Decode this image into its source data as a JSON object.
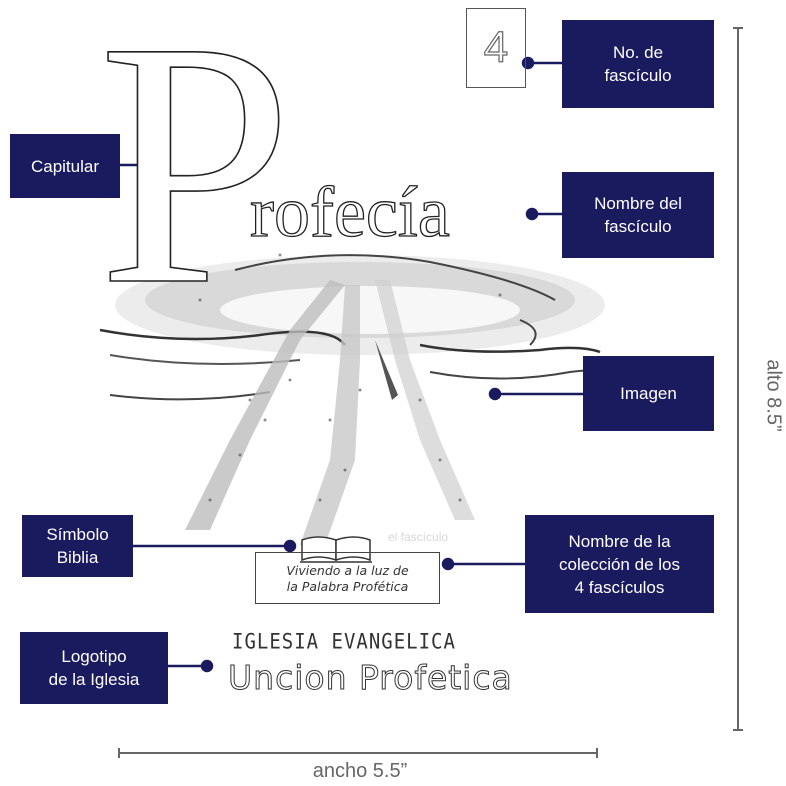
{
  "cover": {
    "title_initial": "P",
    "title_rest": "rofecía",
    "issue_number": "4",
    "collection_line1": "Viviendo a la luz de",
    "collection_line2": "la Palabra Profética",
    "faint_text": "el fascículo",
    "logo_top": "IGLESIA EVANGELICA",
    "logo_bottom": "Uncion Profetica"
  },
  "callouts": {
    "issue_number": "No. de\nfascículo",
    "drop_cap": "Capitular",
    "issue_name": "Nombre del\nfascículo",
    "image": "Imagen",
    "bible_symbol": "Símbolo\nBiblia",
    "collection_name": "Nombre de la\ncolección de los\n4 fascículos",
    "church_logo": "Logotipo\nde la Iglesia"
  },
  "dimensions": {
    "height": "alto 8.5”",
    "width": "ancho 5.5”"
  },
  "colors": {
    "callout_bg": "#1a1a5e",
    "connector": "#1a1a5e",
    "dimension_line": "#666666"
  }
}
